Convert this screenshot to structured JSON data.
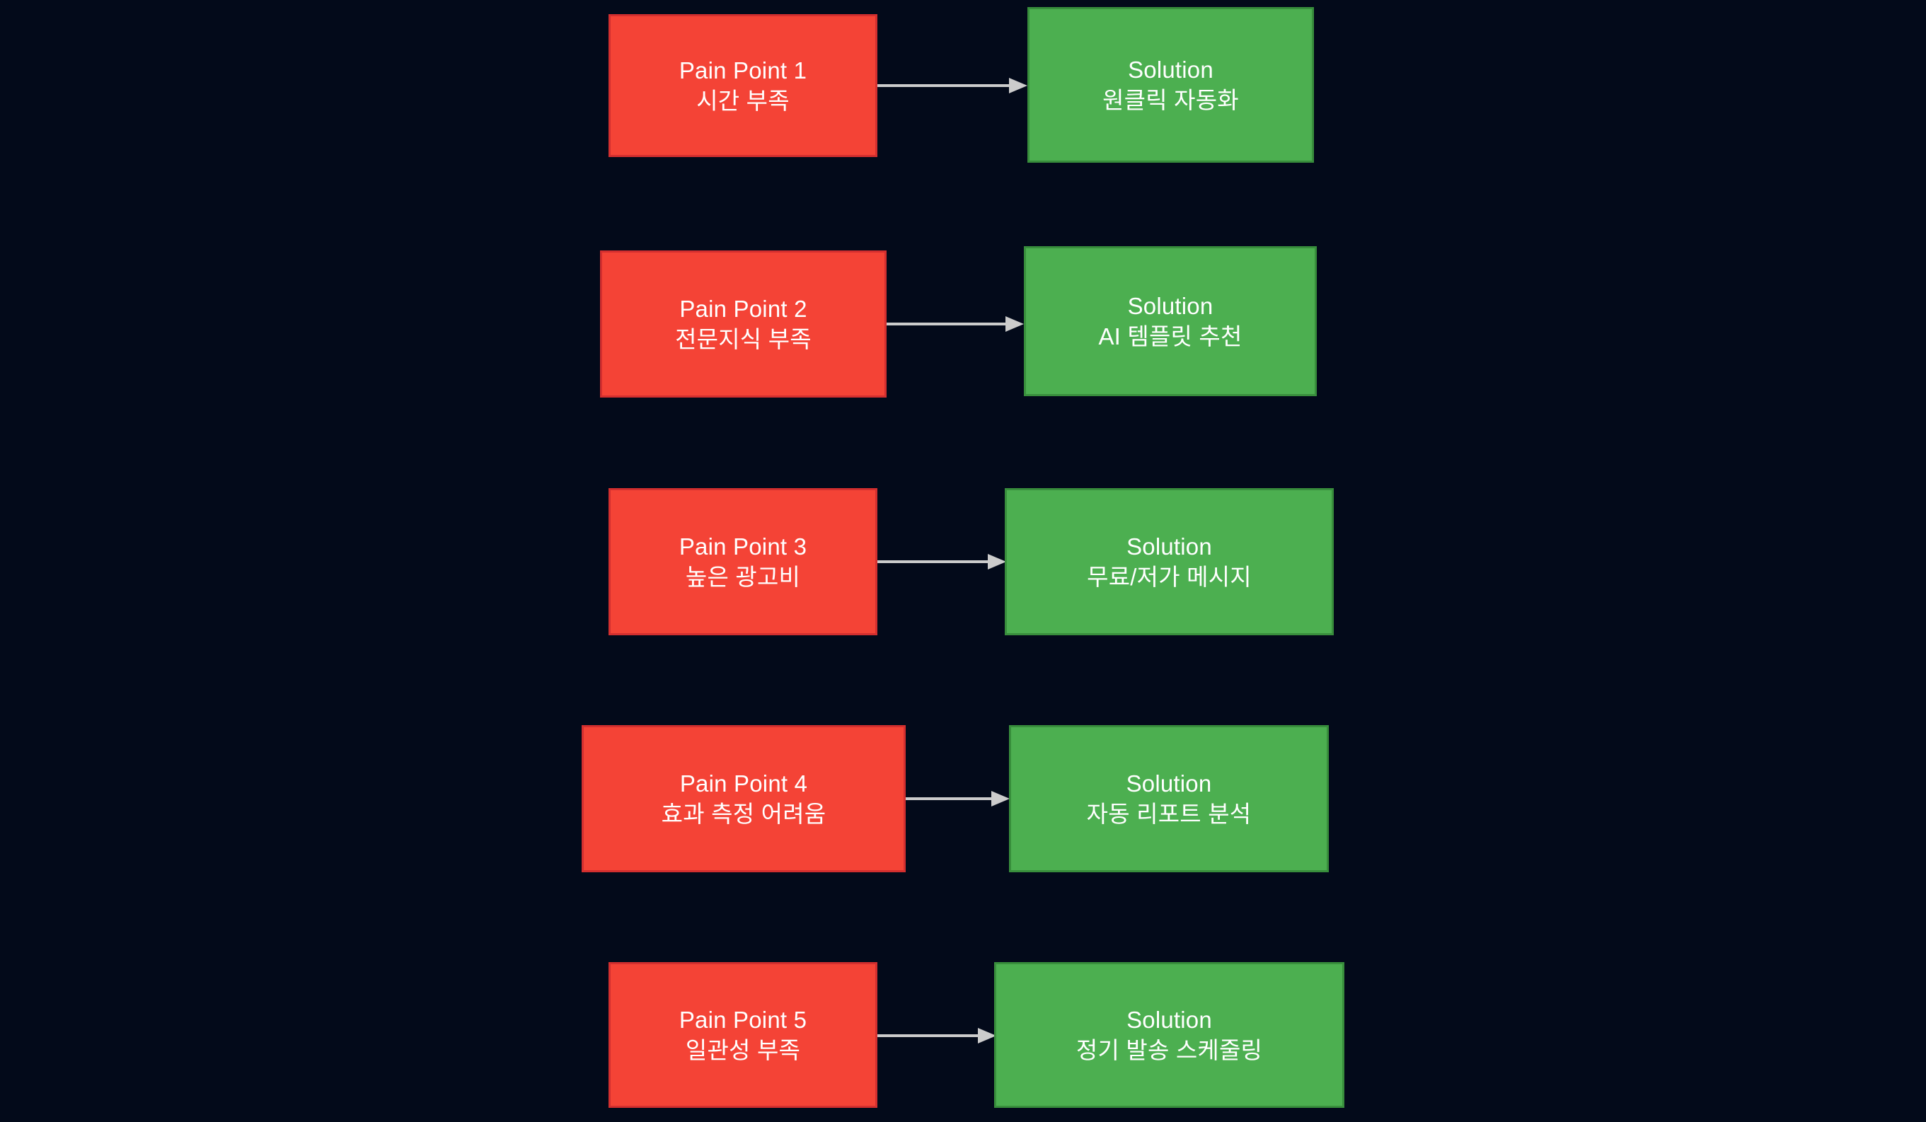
{
  "diagram": {
    "type": "flowchart",
    "orientation": "left-to-right pairs, stacked vertically",
    "background_color": "#030a1a",
    "pain_color": "#f44336",
    "pain_border_color": "#d32f2f",
    "solution_color": "#4caf50",
    "solution_border_color": "#388e3c",
    "arrow_color": "#cccccc",
    "text_color": "#ffffff",
    "rows": [
      {
        "id": "row-1",
        "pain": {
          "title": "Pain Point 1",
          "subtitle": "시간 부족"
        },
        "solution": {
          "title": "Solution",
          "subtitle": "원클릭 자동화"
        }
      },
      {
        "id": "row-2",
        "pain": {
          "title": "Pain Point 2",
          "subtitle": "전문지식 부족"
        },
        "solution": {
          "title": "Solution",
          "subtitle": "AI 템플릿 추천"
        }
      },
      {
        "id": "row-3",
        "pain": {
          "title": "Pain Point 3",
          "subtitle": "높은 광고비"
        },
        "solution": {
          "title": "Solution",
          "subtitle": "무료/저가 메시지"
        }
      },
      {
        "id": "row-4",
        "pain": {
          "title": "Pain Point 4",
          "subtitle": "효과 측정 어려움"
        },
        "solution": {
          "title": "Solution",
          "subtitle": "자동 리포트 분석"
        }
      },
      {
        "id": "row-5",
        "pain": {
          "title": "Pain Point 5",
          "subtitle": "일관성 부족"
        },
        "solution": {
          "title": "Solution",
          "subtitle": "정기 발송 스케줄링"
        }
      }
    ]
  }
}
